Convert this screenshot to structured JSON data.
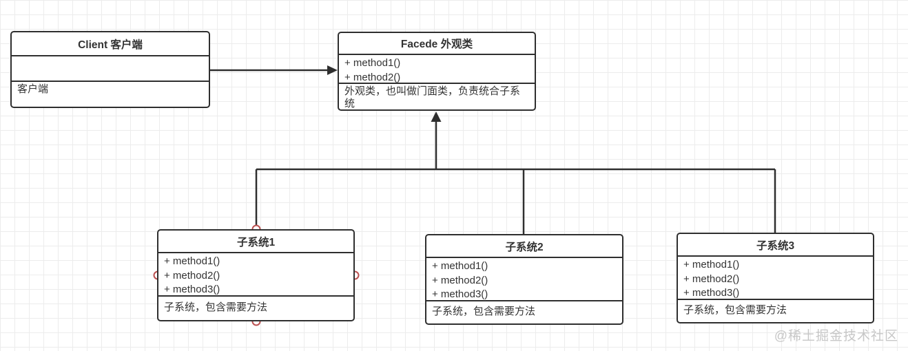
{
  "colors": {
    "line": "#2e2e2e",
    "handle": "#bc5151",
    "grid": "#ececec",
    "watermark": "#c7c7c7",
    "text": "#333333"
  },
  "watermark": "@稀土掘金技术社区",
  "classes": {
    "client": {
      "title": "Client 客户端",
      "note": "客户端"
    },
    "facade": {
      "title": "Facede 外观类",
      "methods": [
        "+ method1()",
        "+ method2()"
      ],
      "note": "外观类，也叫做门面类，负责统合子系统"
    },
    "sub1": {
      "title": "子系统1",
      "methods": [
        "+ method1()",
        "+ method2()",
        "+ method3()"
      ],
      "note": "子系统，包含需要方法"
    },
    "sub2": {
      "title": "子系统2",
      "methods": [
        "+ method1()",
        "+ method2()",
        "+ method3()"
      ],
      "note": "子系统，包含需要方法"
    },
    "sub3": {
      "title": "子系统3",
      "methods": [
        "+ method1()",
        "+ method2()",
        "+ method3()"
      ],
      "note": "子系统，包含需要方法"
    }
  },
  "icons": {
    "arrow_right": "filled right arrowhead",
    "arrow_up": "filled up arrowhead",
    "connection_handle": "red-ring circle handle"
  }
}
